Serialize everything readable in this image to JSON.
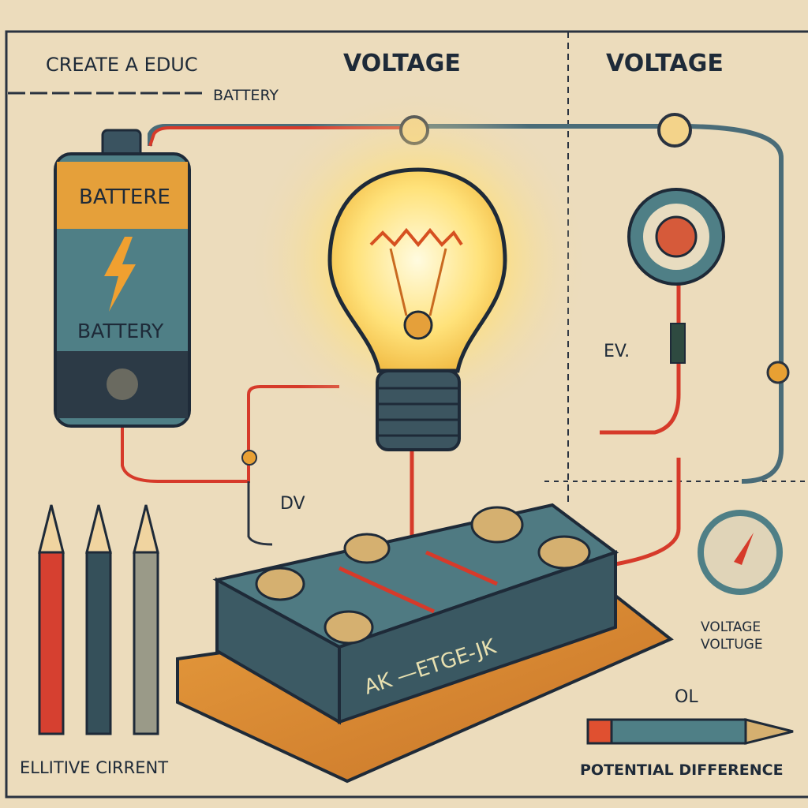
{
  "header": {
    "subtitle": "CREATE A EDUC",
    "battery_tag": "BATTERY",
    "title_left": "VOLTAGE",
    "title_right": "VOLTAGE"
  },
  "battery": {
    "top_label": "BATTERE",
    "bottom_label": "BATTERY"
  },
  "labels": {
    "ev": "EV.",
    "dv": "DV",
    "box_label": "AK —ETGE-JK",
    "meter_label_1": "VOLTAGE",
    "meter_label_2": "VOLTUGE",
    "ol": "OL",
    "bottom_left": "ELLITIVE CIRRENT",
    "bottom_right": "POTENTIAL DIFFERENCE"
  },
  "colors": {
    "paper": "#ecdcbc",
    "ink": "#1e2a38",
    "wire_red": "#d63a2a",
    "teal": "#4f7f86",
    "orange": "#e8a033",
    "bulb_glow": "#ffe27a"
  }
}
